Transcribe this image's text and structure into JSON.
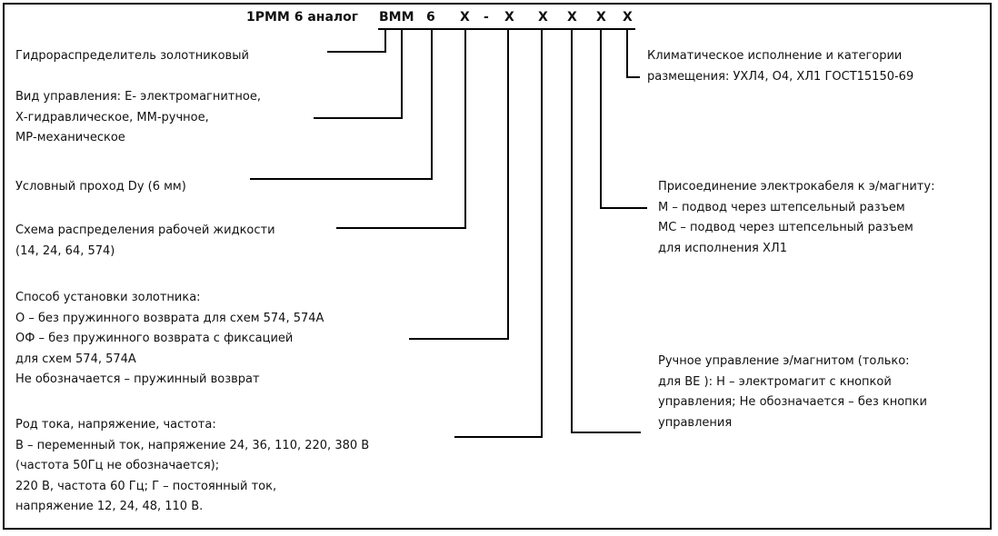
{
  "header": {
    "analog": "1РММ 6 аналог",
    "code": [
      "ВММ",
      "6",
      "Х",
      "-",
      "Х",
      "Х",
      "Х",
      "Х",
      "Х"
    ]
  },
  "left": {
    "valve": [
      "Гидрораспределитель золотниковый"
    ],
    "control": [
      "Вид управления: Е- электромагнитное,",
      "Х-гидравлическое, ММ-ручное,",
      "МР-механическое"
    ],
    "bore": [
      "Условный проход Dy (6 мм)"
    ],
    "scheme": [
      "Схема распределения рабочей жидкости",
      "(14, 24, 64, 574)"
    ],
    "spool": [
      "Способ установки золотника:",
      "О – без пружинного возврата для схем 574, 574А",
      "ОФ – без пружинного возврата с фиксацией",
      "для схем  574, 574А",
      "Не обозначается – пружинный возврат"
    ],
    "current": [
      "Род тока, напряжение, частота:",
      "В – переменный ток, напряжение 24, 36, 110, 220, 380 В",
      "(частота 50Гц не обозначается);",
      "220 В, частота 60 Гц; Г – постоянный ток,",
      "напряжение 12, 24, 48, 110 В."
    ]
  },
  "right": {
    "climate": [
      "Климатическое исполнение и категории",
      "размещения: УХЛ4, О4, ХЛ1 ГОСТ15150-69"
    ],
    "cable": [
      "Присоединение электрокабеля к э/магниту:",
      "М – подвод через штепсельный разъем",
      "МС – подвод через штепсельный разъем",
      "для исполнения ХЛ1"
    ],
    "manual": [
      "Ручное управление э/магнитом (только:",
      "для ВЕ ): Н – электромагит с кнопкой",
      "управления; Не обозначается – без кнопки",
      "управления"
    ]
  }
}
